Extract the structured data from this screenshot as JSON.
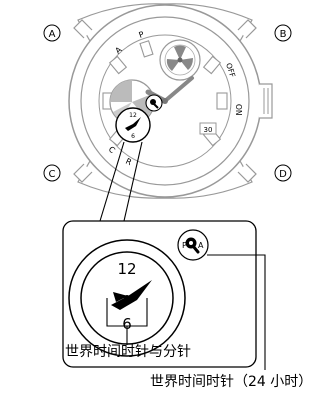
{
  "buttons": {
    "a": "A",
    "b": "B",
    "c": "C",
    "d": "D"
  },
  "bezel": {
    "p": "P",
    "a": "A",
    "off": "OFF",
    "on": "ON",
    "c": "C",
    "r": "R"
  },
  "subdial": {
    "twelve": "12",
    "six": "6"
  },
  "date_window": "30",
  "mode_indicator": {
    "p": "P",
    "a": "A"
  },
  "labels": {
    "hour_minute": "世界时间时针与分针",
    "hour_24": "世界时间时针（24 小时）"
  }
}
